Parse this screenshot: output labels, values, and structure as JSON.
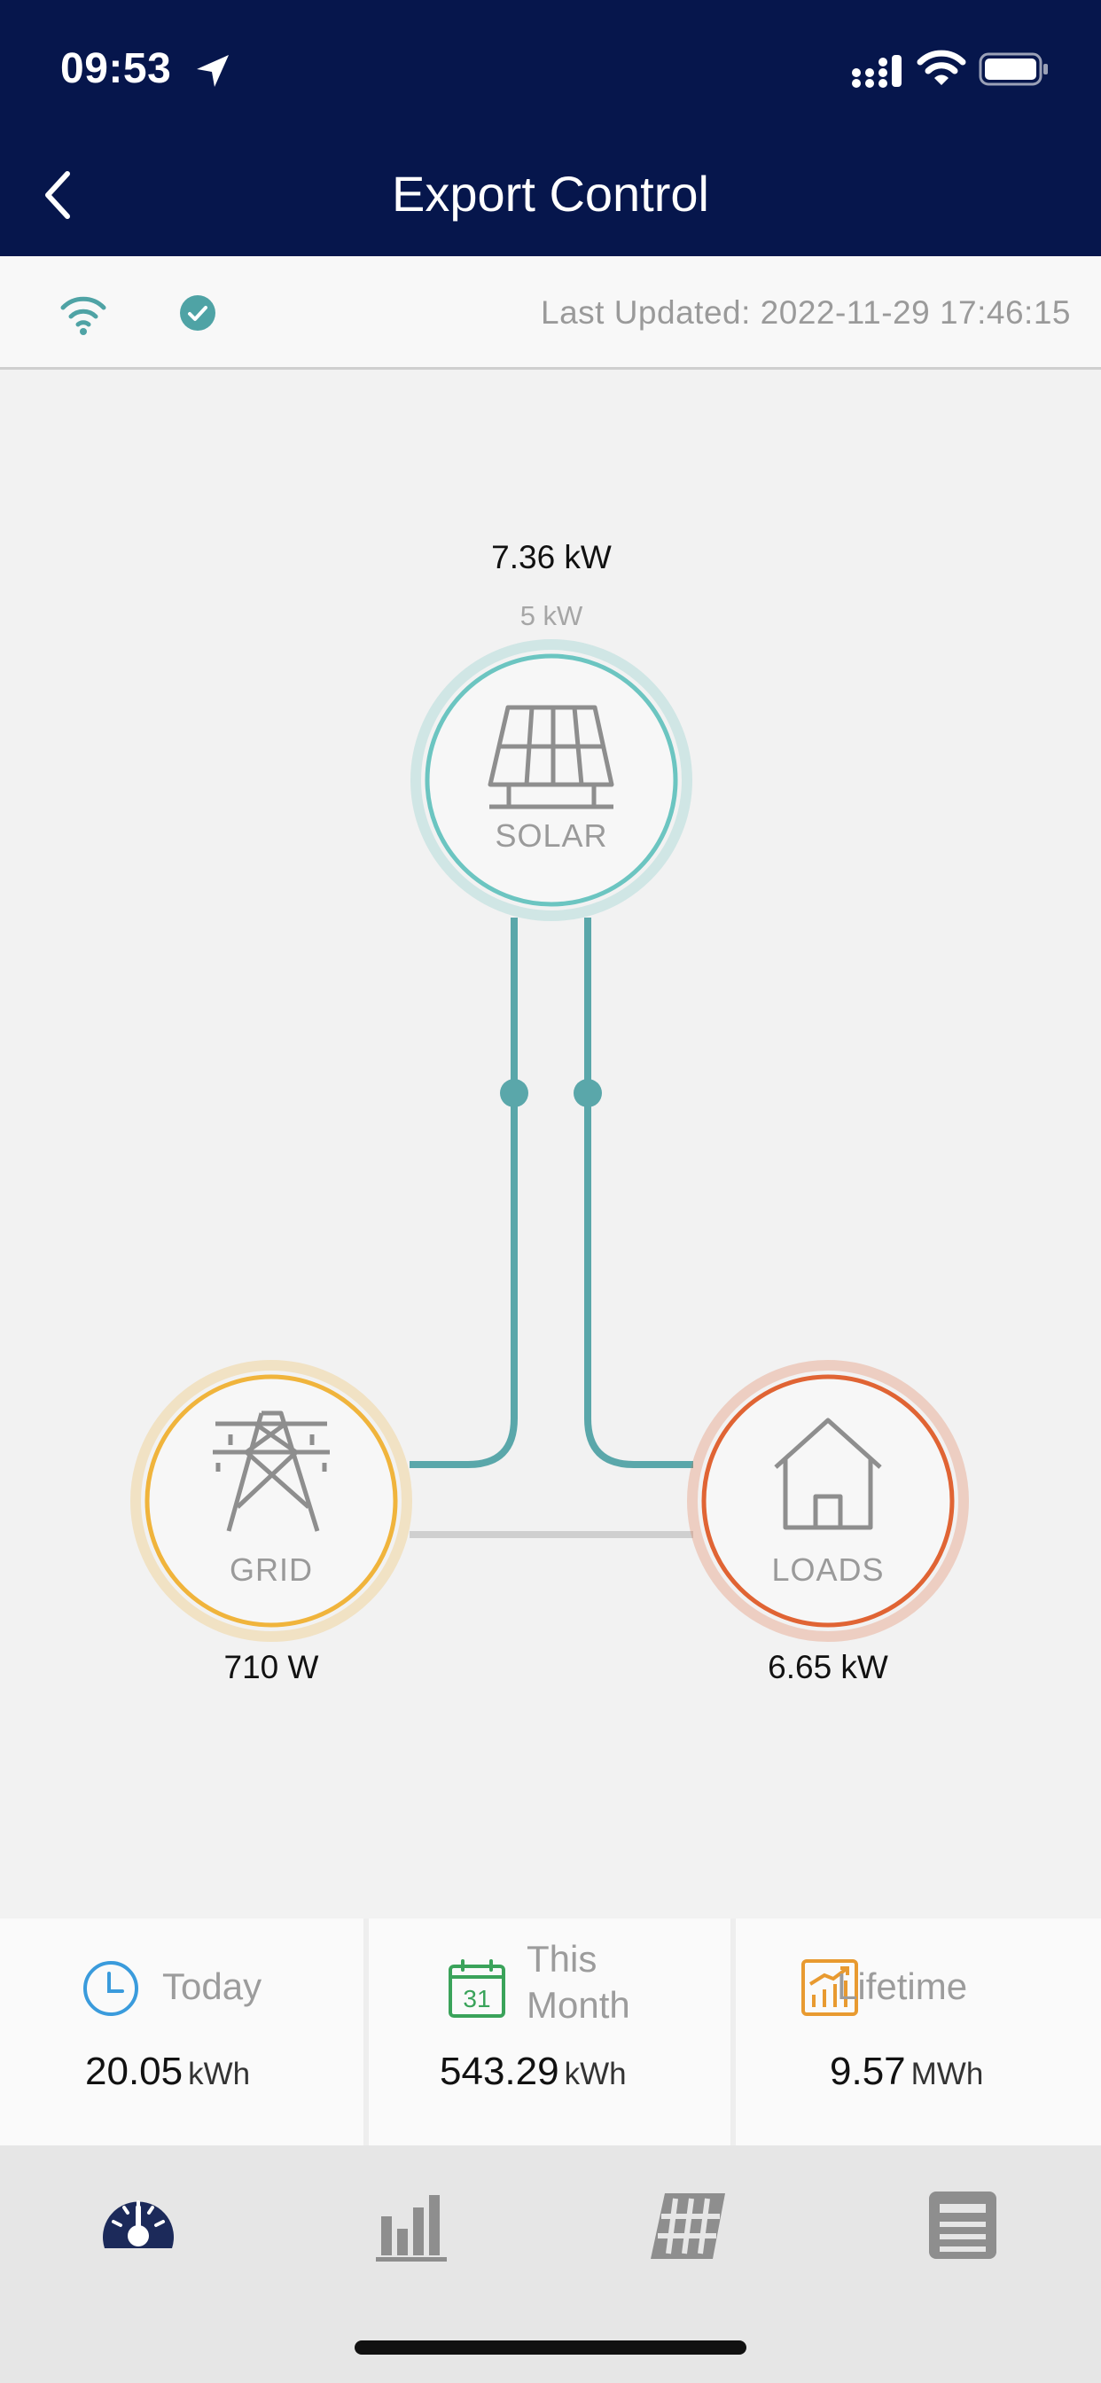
{
  "status_bar": {
    "time": "09:53"
  },
  "header": {
    "title": "Export Control"
  },
  "info_bar": {
    "last_updated": "Last Updated: 2022-11-29 17:46:15"
  },
  "flow": {
    "solar": {
      "label": "SOLAR",
      "power": "7.36 kW",
      "capacity": "5 kW",
      "color": "#6cc5c1"
    },
    "grid": {
      "label": "GRID",
      "power": "710 W",
      "color": "#f0b43c"
    },
    "loads": {
      "label": "LOADS",
      "power": "6.65 kW",
      "color": "#e06434"
    },
    "line_color": "#5aa7aa"
  },
  "stats": [
    {
      "label": "Today",
      "value": "20.05",
      "unit": "kWh",
      "icon": "clock-icon",
      "color": "#3a9bdc"
    },
    {
      "label": "This Month",
      "value": "543.29",
      "unit": "kWh",
      "icon": "calendar-icon",
      "icon_text": "31",
      "color": "#3aa35a"
    },
    {
      "label": "Lifetime",
      "value": "9.57",
      "unit": "MWh",
      "icon": "growth-chart-icon",
      "color": "#e89a30"
    }
  ],
  "tabs": [
    {
      "name": "dashboard",
      "icon": "gauge-icon",
      "active": true
    },
    {
      "name": "statistics",
      "icon": "bar-chart-icon",
      "active": false
    },
    {
      "name": "panels",
      "icon": "solar-panel-icon",
      "active": false
    },
    {
      "name": "reports",
      "icon": "document-icon",
      "active": false
    }
  ]
}
